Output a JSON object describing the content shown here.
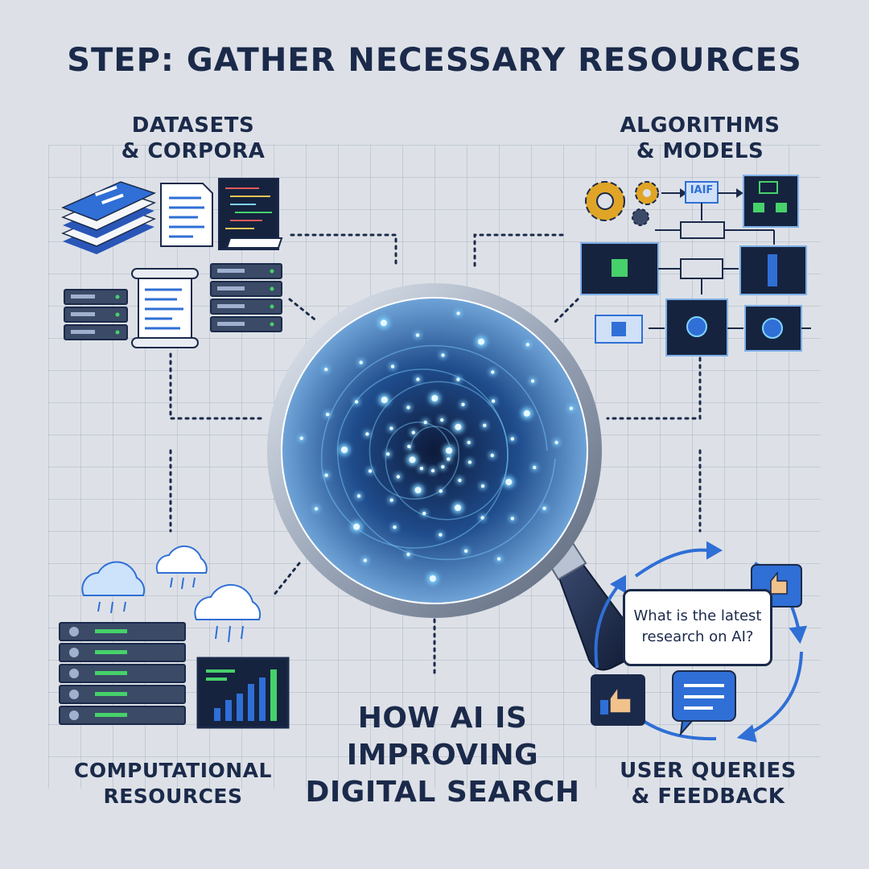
{
  "title": "STEP: GATHER NECESSARY RESOURCES",
  "datasets_label": {
    "line1": "DATASETS",
    "line2": "& CORPORA"
  },
  "algorithms_label": {
    "line1": "ALGORITHMS",
    "line2": "& MODELS"
  },
  "compute_label": {
    "line1": "COMPUTATIONAL",
    "line2": "RESOURCES"
  },
  "queries_label": {
    "line1": "USER QUERIES",
    "line2": "& FEEDBACK"
  },
  "center_caption": {
    "line1": "HOW AI IS",
    "line2": "IMPROVING",
    "line3": "DIGITAL SEARCH"
  },
  "query_bubble": {
    "line1": "What is the latest",
    "line2": "research on AI?"
  },
  "algo_tag": "IAIF",
  "colors": {
    "background": "#dde1e7",
    "text": "#1b2a4a",
    "accent_blue": "#2f6fd6",
    "glow": "#7fd3ff",
    "panel_dark": "#16233f",
    "server_light": "#3b4a66",
    "status_green": "#46d16a",
    "gear_gold": "#e0a526"
  },
  "icons": [
    "document-stack-icon",
    "document-icon",
    "code-screen-icon",
    "scroll-icon",
    "server-rack-icon",
    "gear-icon",
    "flowchart-icon",
    "magnifying-glass-icon",
    "cloud-icon",
    "bar-chart-monitor-icon",
    "thumbs-up-icon",
    "chat-bubble-icon",
    "cycle-arrows-icon"
  ]
}
